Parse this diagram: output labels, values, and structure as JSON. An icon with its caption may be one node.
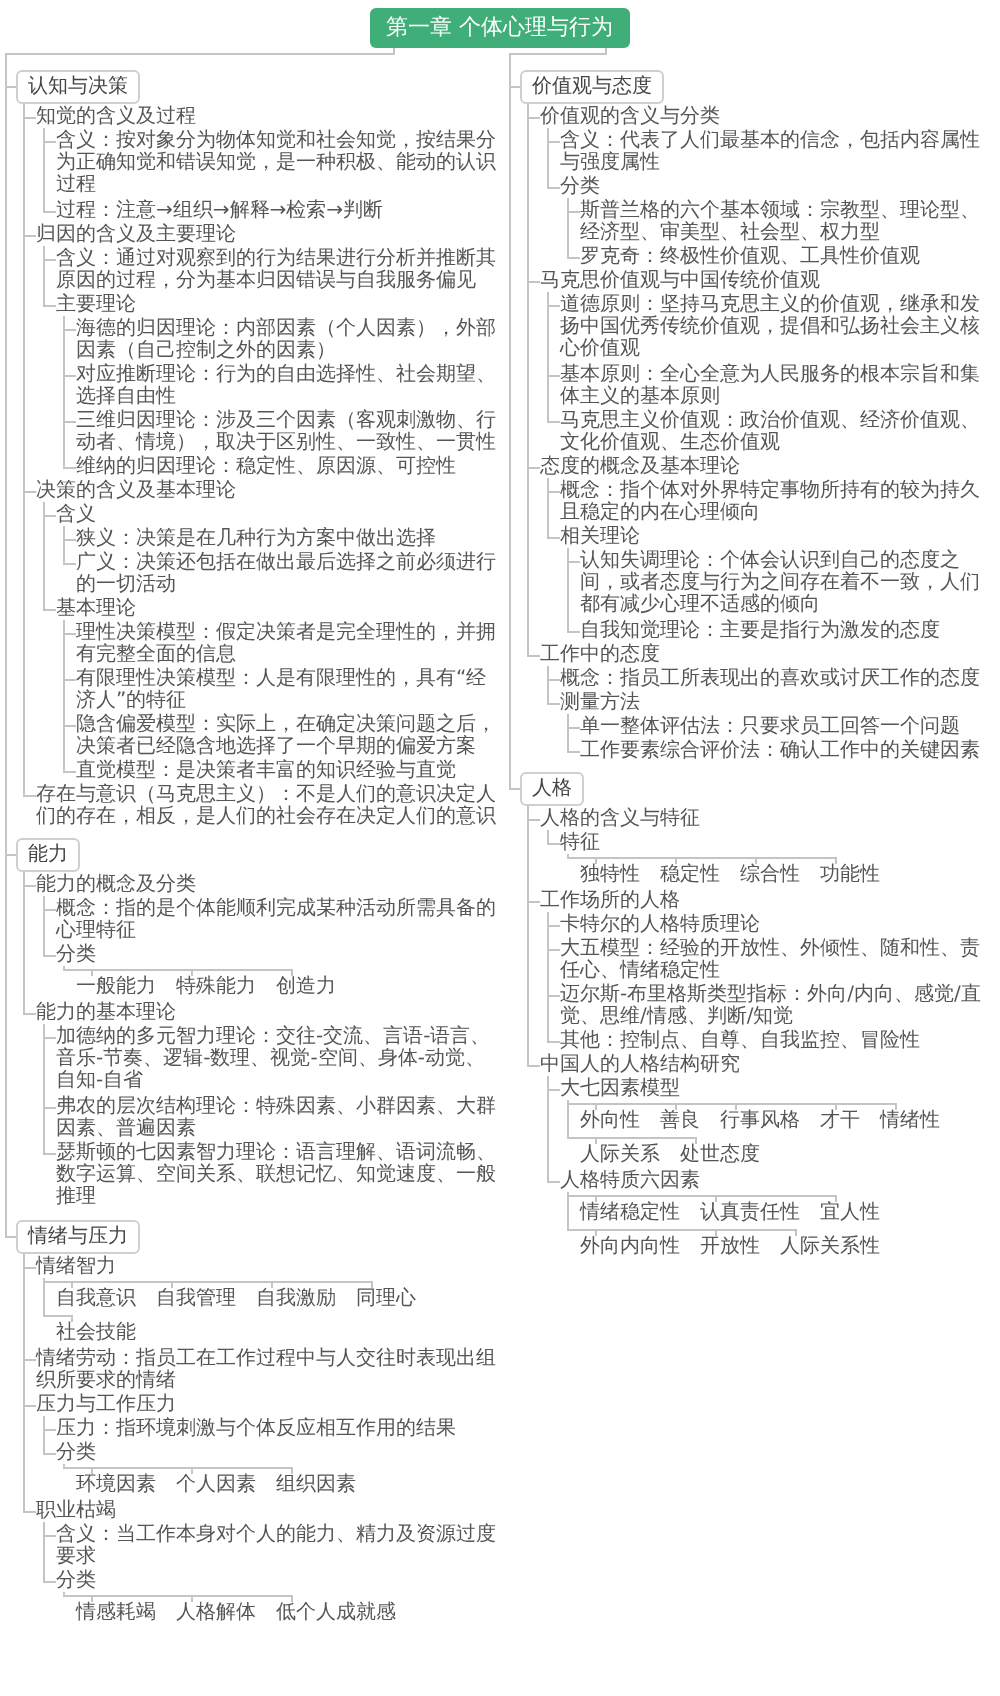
{
  "diagram": {
    "nodes": [
      {
        "text": [
          "第一章 个体心理与行为"
        ]
      },
      {
        "text": [
          "认知与决策"
        ]
      },
      {
        "text": [
          "知觉的含义及过程"
        ]
      },
      {
        "text": [
          "含义：按对象分为物体知觉和社会知觉，按结果分为正确知觉和错误知觉，是一种积极、能动的认识过程"
        ]
      },
      {
        "text": [
          "过程：注意→组织→解释→检索→判断"
        ]
      },
      {
        "text": [
          "归因的含义及主要理论"
        ]
      },
      {
        "text": [
          "含义：通过对观察到的行为结果进行分析并推断其原因的过程，分为基本归因错误与自我服务偏见"
        ]
      },
      {
        "text": [
          "主要理论"
        ]
      },
      {
        "text": [
          "海德的归因理论：内部因素（个人因素），外部因素（自己控制之外的因素）"
        ]
      },
      {
        "text": [
          "对应推断理论：行为的自由选择性、社会期望、选择自由性"
        ]
      },
      {
        "text": [
          "三维归因理论：涉及三个因素（客观刺激物、行动者、情境），取决于区别性、一致性、一贯性"
        ]
      },
      {
        "text": [
          "维纳的归因理论：稳定性、原因源、可控性"
        ]
      },
      {
        "text": [
          "决策的含义及基本理论"
        ]
      },
      {
        "text": [
          "含义"
        ]
      },
      {
        "text": [
          "狭义：决策是在几种行为方案中做出选择"
        ]
      },
      {
        "text": [
          "广义：决策还包括在做出最后选择之前必须进行的一切活动"
        ]
      },
      {
        "text": [
          "基本理论"
        ]
      },
      {
        "text": [
          "理性决策模型：假定决策者是完全理性的，并拥有完整全面的信息"
        ]
      },
      {
        "text": [
          "有限理性决策模型：人是有限理性的，具有“经济人”的特征"
        ]
      },
      {
        "text": [
          "隐含偏爱模型：实际上，在确定决策问题之后，决策者已经隐含地选择了一个早期的偏爱方案"
        ]
      },
      {
        "text": [
          "直觉模型：是决策者丰富的知识经验与直觉"
        ]
      },
      {
        "text": [
          "存在与意识（马克思主义）：不是人们的意识决定人们的存在，相反，是人们的社会存在决定人们的意识"
        ]
      },
      {
        "text": [
          "价值观与态度"
        ]
      },
      {
        "text": [
          "价值观的含义与分类"
        ]
      },
      {
        "text": [
          "含义：代表了人们最基本的信念，包括内容属性与强度属性"
        ]
      },
      {
        "text": [
          "分类"
        ]
      },
      {
        "text": [
          "斯普兰格的六个基本领域：宗教型、理论型、经济型、审美型、社会型、权力型"
        ]
      },
      {
        "text": [
          "罗克奇：终极性价值观、工具性价值观"
        ]
      },
      {
        "text": [
          "马克思价值观与中国传统价值观"
        ]
      },
      {
        "text": [
          "道德原则：坚持马克思主义的价值观，继承和发扬中国优秀传统价值观，提倡和弘扬社会主义核心价值观"
        ]
      },
      {
        "text": [
          "基本原则：全心全意为人民服务的根本宗旨和集体主义的基本原则"
        ]
      },
      {
        "text": [
          "马克思主义价值观：政治价值观、经济价值观、文化价值观、生态价值观"
        ]
      },
      {
        "text": [
          "态度的概念及基本理论"
        ]
      },
      {
        "text": [
          "概念：指个体对外界特定事物所持有的较为持久且稳定的内在心理倾向"
        ]
      },
      {
        "text": [
          "相关理论"
        ]
      },
      {
        "text": [
          "认知失调理论：个体会认识到自己的态度之间，或者态度与行为之间存在着不一致，人们都有减少心理不适感的倾向"
        ]
      },
      {
        "text": [
          "自我知觉理论：主要是指行为激发的态度"
        ]
      },
      {
        "text": [
          "工作中的态度"
        ]
      },
      {
        "text": [
          "概念：指员工所表现出的喜欢或讨厌工作的态度"
        ]
      },
      {
        "text": [
          "测量方法"
        ]
      },
      {
        "text": [
          "单一整体评估法：只要求员工回答一个问题"
        ]
      },
      {
        "text": [
          "工作要素综合评价法：确认工作中的关键因素"
        ]
      },
      {
        "text": [
          "能力"
        ]
      },
      {
        "text": [
          "能力的概念及分类"
        ]
      },
      {
        "text": [
          "概念：指的是个体能顺利完成某种活动所需具备的心理特征"
        ]
      },
      {
        "text": [
          "分类"
        ]
      },
      {
        "text": [
          "一般能力"
        ]
      },
      {
        "text": [
          "特殊能力"
        ]
      },
      {
        "text": [
          "创造力"
        ]
      },
      {
        "text": [
          "能力的基本理论"
        ]
      },
      {
        "text": [
          "加德纳的多元智力理论：交往-交流、言语-语言、音乐-节奏、逻辑-数理、视觉-空间、身体-动觉、自知-自省"
        ]
      },
      {
        "text": [
          "弗农的层次结构理论：特殊因素、小群因素、大群因素、普遍因素"
        ]
      },
      {
        "text": [
          "瑟斯顿的七因素智力理论：语言理解、语词流畅、数字运算、空间关系、联想记忆、知觉速度、一般推理"
        ]
      },
      {
        "text": [
          "人格"
        ]
      },
      {
        "text": [
          "人格的含义与特征"
        ]
      },
      {
        "text": [
          "特征"
        ]
      },
      {
        "text": [
          "独特性"
        ]
      },
      {
        "text": [
          "稳定性"
        ]
      },
      {
        "text": [
          "综合性"
        ]
      },
      {
        "text": [
          "功能性"
        ]
      },
      {
        "text": [
          "工作场所的人格"
        ]
      },
      {
        "text": [
          "卡特尔的人格特质理论"
        ]
      },
      {
        "text": [
          "大五模型：经验的开放性、外倾性、随和性、责任心、情绪稳定性"
        ]
      },
      {
        "text": [
          "迈尔斯-布里格斯类型指标：外向/内向、感觉/直觉、思维/情感、判断/知觉"
        ]
      },
      {
        "text": [
          "其他：控制点、自尊、自我监控、冒险性"
        ]
      },
      {
        "text": [
          "中国人的人格结构研究"
        ]
      },
      {
        "text": [
          "大七因素模型"
        ]
      },
      {
        "text": [
          "外向性"
        ]
      },
      {
        "text": [
          "善良"
        ]
      },
      {
        "text": [
          "行事风格"
        ]
      },
      {
        "text": [
          "才干"
        ]
      },
      {
        "text": [
          "情绪性"
        ]
      },
      {
        "text": [
          "人际关系"
        ]
      },
      {
        "text": [
          "处世态度"
        ]
      },
      {
        "text": [
          "人格特质六因素"
        ]
      },
      {
        "text": [
          "情绪稳定性"
        ]
      },
      {
        "text": [
          "认真责任性"
        ]
      },
      {
        "text": [
          "宜人性"
        ]
      },
      {
        "text": [
          "外向内向性"
        ]
      },
      {
        "text": [
          "开放性"
        ]
      },
      {
        "text": [
          "人际关系性"
        ]
      },
      {
        "text": [
          "情绪与压力"
        ]
      },
      {
        "text": [
          "情绪智力"
        ]
      },
      {
        "text": [
          "自我意识"
        ]
      },
      {
        "text": [
          "自我管理"
        ]
      },
      {
        "text": [
          "自我激励"
        ]
      },
      {
        "text": [
          "同理心"
        ]
      },
      {
        "text": [
          "社会技能"
        ]
      },
      {
        "text": [
          "情绪劳动：指员工在工作过程中与人交往时表现出组织所要求的情绪"
        ]
      },
      {
        "text": [
          "压力与工作压力"
        ]
      },
      {
        "text": [
          "压力：指环境刺激与个体反应相互作用的结果"
        ]
      },
      {
        "text": [
          "分类"
        ]
      },
      {
        "text": [
          "环境因素"
        ]
      },
      {
        "text": [
          "个人因素"
        ]
      },
      {
        "text": [
          "组织因素"
        ]
      },
      {
        "text": [
          "职业枯竭"
        ]
      },
      {
        "text": [
          "含义：当工作本身对个人的能力、精力及资源过度要求"
        ]
      },
      {
        "text": [
          "分类"
        ]
      },
      {
        "text": [
          "情感耗竭"
        ]
      },
      {
        "text": [
          "人格解体"
        ]
      },
      {
        "text": [
          "低个人成就感"
        ]
      }
    ],
    "edges": [
      {
        "from": 0,
        "to": 1,
        "arrow": "none"
      },
      {
        "from": 1,
        "to": 2,
        "arrow": "none"
      },
      {
        "from": 2,
        "to": 3,
        "arrow": "none"
      },
      {
        "from": 2,
        "to": 4,
        "arrow": "none"
      },
      {
        "from": 1,
        "to": 5,
        "arrow": "none"
      },
      {
        "from": 5,
        "to": 6,
        "arrow": "none"
      },
      {
        "from": 5,
        "to": 7,
        "arrow": "none"
      },
      {
        "from": 7,
        "to": 8,
        "arrow": "none"
      },
      {
        "from": 7,
        "to": 9,
        "arrow": "none"
      },
      {
        "from": 7,
        "to": 10,
        "arrow": "none"
      },
      {
        "from": 7,
        "to": 11,
        "arrow": "none"
      },
      {
        "from": 1,
        "to": 12,
        "arrow": "none"
      },
      {
        "from": 12,
        "to": 13,
        "arrow": "none"
      },
      {
        "from": 13,
        "to": 14,
        "arrow": "none"
      },
      {
        "from": 13,
        "to": 15,
        "arrow": "none"
      },
      {
        "from": 12,
        "to": 16,
        "arrow": "none"
      },
      {
        "from": 16,
        "to": 17,
        "arrow": "none"
      },
      {
        "from": 16,
        "to": 18,
        "arrow": "none"
      },
      {
        "from": 16,
        "to": 19,
        "arrow": "none"
      },
      {
        "from": 16,
        "to": 20,
        "arrow": "none"
      },
      {
        "from": 1,
        "to": 21,
        "arrow": "none"
      },
      {
        "from": 0,
        "to": 22,
        "arrow": "none"
      },
      {
        "from": 22,
        "to": 23,
        "arrow": "none"
      },
      {
        "from": 23,
        "to": 24,
        "arrow": "none"
      },
      {
        "from": 23,
        "to": 25,
        "arrow": "none"
      },
      {
        "from": 25,
        "to": 26,
        "arrow": "none"
      },
      {
        "from": 25,
        "to": 27,
        "arrow": "none"
      },
      {
        "from": 22,
        "to": 28,
        "arrow": "none"
      },
      {
        "from": 28,
        "to": 29,
        "arrow": "none"
      },
      {
        "from": 28,
        "to": 30,
        "arrow": "none"
      },
      {
        "from": 28,
        "to": 31,
        "arrow": "none"
      },
      {
        "from": 22,
        "to": 32,
        "arrow": "none"
      },
      {
        "from": 32,
        "to": 33,
        "arrow": "none"
      },
      {
        "from": 32,
        "to": 34,
        "arrow": "none"
      },
      {
        "from": 34,
        "to": 35,
        "arrow": "none"
      },
      {
        "from": 34,
        "to": 36,
        "arrow": "none"
      },
      {
        "from": 22,
        "to": 37,
        "arrow": "none"
      },
      {
        "from": 37,
        "to": 38,
        "arrow": "none"
      },
      {
        "from": 37,
        "to": 39,
        "arrow": "none"
      },
      {
        "from": 39,
        "to": 40,
        "arrow": "none"
      },
      {
        "from": 39,
        "to": 41,
        "arrow": "none"
      },
      {
        "from": 0,
        "to": 42,
        "arrow": "none"
      },
      {
        "from": 42,
        "to": 43,
        "arrow": "none"
      },
      {
        "from": 43,
        "to": 44,
        "arrow": "none"
      },
      {
        "from": 43,
        "to": 45,
        "arrow": "none"
      },
      {
        "from": 45,
        "to": 46,
        "arrow": "none"
      },
      {
        "from": 45,
        "to": 47,
        "arrow": "none"
      },
      {
        "from": 45,
        "to": 48,
        "arrow": "none"
      },
      {
        "from": 42,
        "to": 49,
        "arrow": "none"
      },
      {
        "from": 49,
        "to": 50,
        "arrow": "none"
      },
      {
        "from": 49,
        "to": 51,
        "arrow": "none"
      },
      {
        "from": 49,
        "to": 52,
        "arrow": "none"
      },
      {
        "from": 0,
        "to": 53,
        "arrow": "none"
      },
      {
        "from": 53,
        "to": 54,
        "arrow": "none"
      },
      {
        "from": 54,
        "to": 55,
        "arrow": "none"
      },
      {
        "from": 55,
        "to": 56,
        "arrow": "none"
      },
      {
        "from": 55,
        "to": 57,
        "arrow": "none"
      },
      {
        "from": 55,
        "to": 58,
        "arrow": "none"
      },
      {
        "from": 55,
        "to": 59,
        "arrow": "none"
      },
      {
        "from": 53,
        "to": 60,
        "arrow": "none"
      },
      {
        "from": 60,
        "to": 61,
        "arrow": "none"
      },
      {
        "from": 60,
        "to": 62,
        "arrow": "none"
      },
      {
        "from": 60,
        "to": 63,
        "arrow": "none"
      },
      {
        "from": 60,
        "to": 64,
        "arrow": "none"
      },
      {
        "from": 53,
        "to": 65,
        "arrow": "none"
      },
      {
        "from": 65,
        "to": 66,
        "arrow": "none"
      },
      {
        "from": 66,
        "to": 67,
        "arrow": "none"
      },
      {
        "from": 66,
        "to": 68,
        "arrow": "none"
      },
      {
        "from": 66,
        "to": 69,
        "arrow": "none"
      },
      {
        "from": 66,
        "to": 70,
        "arrow": "none"
      },
      {
        "from": 66,
        "to": 71,
        "arrow": "none"
      },
      {
        "from": 66,
        "to": 72,
        "arrow": "none"
      },
      {
        "from": 66,
        "to": 73,
        "arrow": "none"
      },
      {
        "from": 65,
        "to": 74,
        "arrow": "none"
      },
      {
        "from": 74,
        "to": 75,
        "arrow": "none"
      },
      {
        "from": 74,
        "to": 76,
        "arrow": "none"
      },
      {
        "from": 74,
        "to": 77,
        "arrow": "none"
      },
      {
        "from": 74,
        "to": 78,
        "arrow": "none"
      },
      {
        "from": 74,
        "to": 79,
        "arrow": "none"
      },
      {
        "from": 74,
        "to": 80,
        "arrow": "none"
      },
      {
        "from": 0,
        "to": 81,
        "arrow": "none"
      },
      {
        "from": 81,
        "to": 82,
        "arrow": "none"
      },
      {
        "from": 82,
        "to": 83,
        "arrow": "none"
      },
      {
        "from": 82,
        "to": 84,
        "arrow": "none"
      },
      {
        "from": 82,
        "to": 85,
        "arrow": "none"
      },
      {
        "from": 82,
        "to": 86,
        "arrow": "none"
      },
      {
        "from": 82,
        "to": 87,
        "arrow": "none"
      },
      {
        "from": 81,
        "to": 88,
        "arrow": "none"
      },
      {
        "from": 81,
        "to": 89,
        "arrow": "none"
      },
      {
        "from": 89,
        "to": 90,
        "arrow": "none"
      },
      {
        "from": 89,
        "to": 91,
        "arrow": "none"
      },
      {
        "from": 91,
        "to": 92,
        "arrow": "none"
      },
      {
        "from": 91,
        "to": 93,
        "arrow": "none"
      },
      {
        "from": 91,
        "to": 94,
        "arrow": "none"
      },
      {
        "from": 81,
        "to": 95,
        "arrow": "none"
      },
      {
        "from": 95,
        "to": 96,
        "arrow": "none"
      },
      {
        "from": 95,
        "to": 97,
        "arrow": "none"
      },
      {
        "from": 97,
        "to": 98,
        "arrow": "none"
      },
      {
        "from": 97,
        "to": 99,
        "arrow": "none"
      },
      {
        "from": 97,
        "to": 100,
        "arrow": "none"
      }
    ]
  }
}
